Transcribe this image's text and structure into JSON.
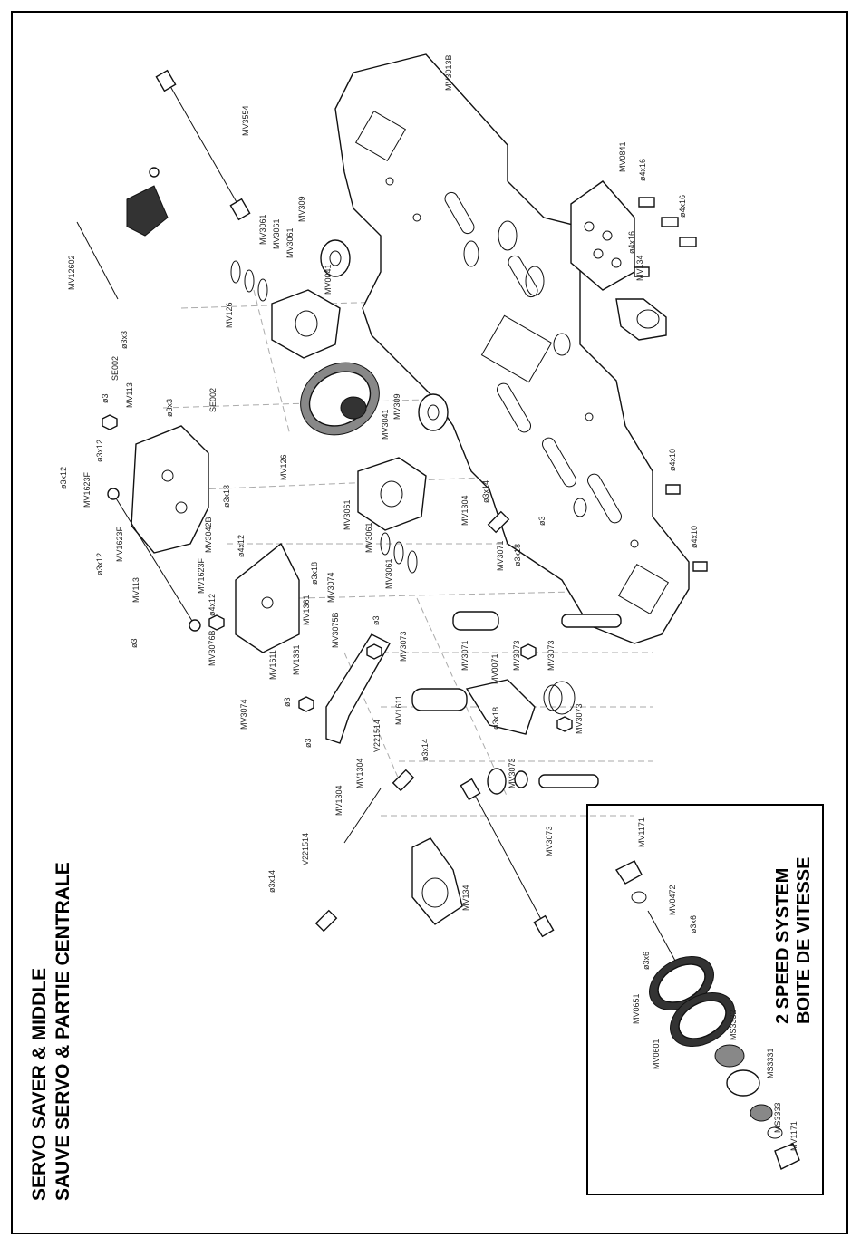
{
  "title": {
    "line1": "SERVO SAVER & MIDDLE",
    "line2": "SAUVE SERVO & PARTIE CENTRALE"
  },
  "inset": {
    "title_line1": "2 SPEED SYSTEM",
    "title_line2": "BOITE DE VITESSE",
    "labels": [
      "MV1171",
      "MV0472",
      "ø3x6",
      "ø3x6",
      "MV0651",
      "MV0601",
      "MS3332",
      "MS3331",
      "MS3333",
      "MV1171"
    ]
  },
  "labels": [
    "MV3013B",
    "MV3554",
    "MV0841",
    "ø4x16",
    "ø4x16",
    "ø4x16",
    "MV134",
    "MV12602",
    "MV3061",
    "MV3061",
    "MV3061",
    "MV309",
    "MV0041",
    "MV126",
    "ø3x3",
    "SE002",
    "ø3",
    "MV113",
    "ø3x3",
    "SE002",
    "MV309",
    "MV3041",
    "ø4x10",
    "ø4x10",
    "MV126",
    "ø3x12",
    "ø3x12",
    "ø3x12",
    "MV1623F",
    "MV1623F",
    "MV1623F",
    "ø3x18",
    "MV3042B",
    "ø4x12",
    "ø3x18",
    "ø3x14",
    "MV1304",
    "MV3061",
    "MV3061",
    "MV3061",
    "MV3071",
    "ø3x18",
    "ø3",
    "MV113",
    "ø3",
    "ø4x12",
    "MV3076B",
    "MV1361",
    "MV3074",
    "ø3",
    "MV3075B",
    "MV3073",
    "MV3071",
    "MV3073",
    "MV3073",
    "MV1611",
    "MV1361",
    "ø3",
    "MV3074",
    "ø3",
    "MV1611",
    "ø3x18",
    "MV3073",
    "MV0071",
    "V221514",
    "ø3x14",
    "MV1304",
    "MV1304",
    "MV3073",
    "MV3073",
    "ø3x14",
    "V221514",
    "MV134"
  ]
}
